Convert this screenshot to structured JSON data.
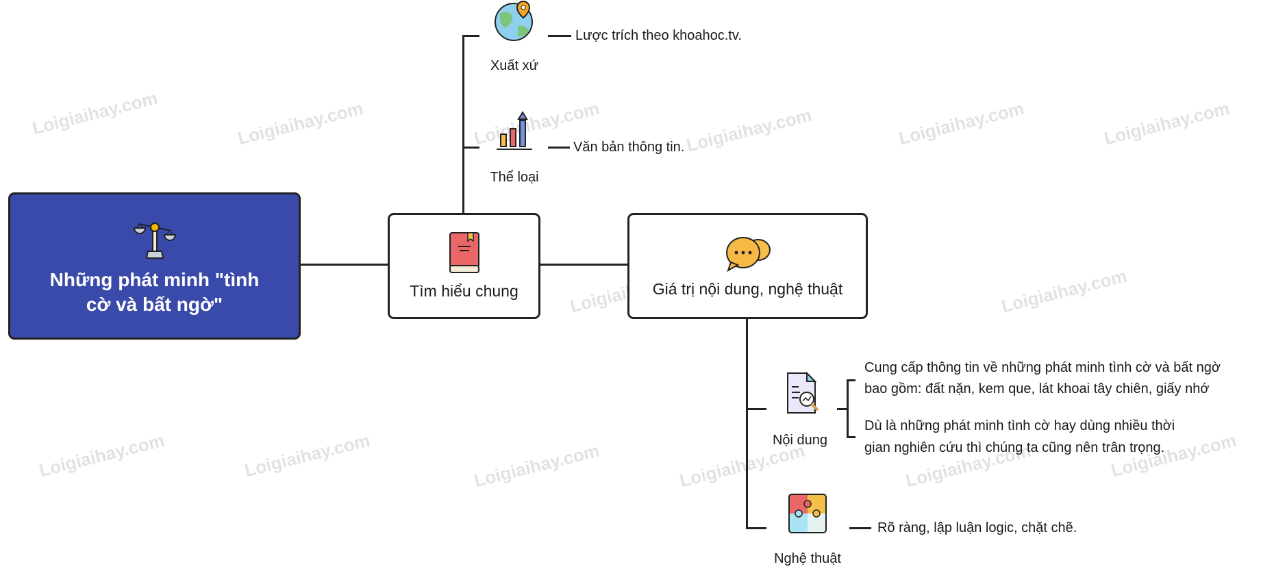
{
  "root": {
    "title": "Những phát minh \"tình cờ và bất ngờ\"",
    "icon": "scales-icon"
  },
  "branches": [
    {
      "title": "Tìm hiểu chung",
      "icon": "book-icon",
      "children": [
        {
          "label": "Xuất xứ",
          "icon": "globe-pin-icon",
          "text": "Lược trích theo khoahoc.tv."
        },
        {
          "label": "Thể loại",
          "icon": "bar-chart-icon",
          "text": "Văn bản thông tin."
        }
      ]
    },
    {
      "title": "Giá trị nội dung, nghệ thuật",
      "icon": "chat-bubbles-icon",
      "children": [
        {
          "label": "Nội dung",
          "icon": "document-search-icon",
          "texts": [
            [
              "Cung cấp thông tin về những phát minh tình cờ và bất ngờ",
              "bao gồm: đất nặn, kem que, lát khoai tây chiên, giấy nhớ"
            ],
            [
              "Dù là những phát minh tình cờ hay dùng nhiều thời",
              "gian nghiên cứu thì chúng ta cũng nên trân trọng."
            ]
          ]
        },
        {
          "label": "Nghệ thuật",
          "icon": "puzzle-icon",
          "text": "Rõ ràng, lập luận logic, chặt chẽ."
        }
      ]
    }
  ],
  "watermark": "Loigiaihay.com",
  "colors": {
    "root": "#3a4aab",
    "line": "#222222"
  }
}
